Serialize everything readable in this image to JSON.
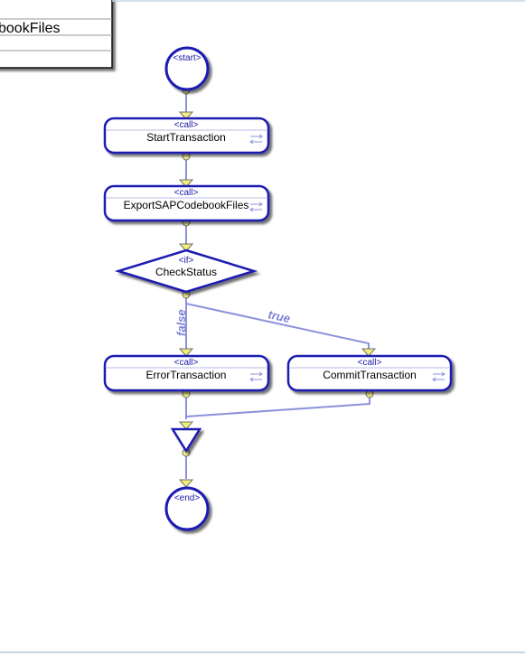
{
  "panel": {
    "visible_text": "bookFiles"
  },
  "nodes": {
    "start": {
      "stereotype": "<start>"
    },
    "start_transaction": {
      "stereotype": "<call>",
      "name": "StartTransaction"
    },
    "export_codebook": {
      "stereotype": "<call>",
      "name": "ExportSAPCodebookFiles"
    },
    "check_status": {
      "stereotype": "<if>",
      "name": "CheckStatus"
    },
    "error_transaction": {
      "stereotype": "<call>",
      "name": "ErrorTransaction"
    },
    "commit_transaction": {
      "stereotype": "<call>",
      "name": "CommitTransaction"
    },
    "end": {
      "stereotype": "<end>"
    }
  },
  "edges": {
    "false_label": "false",
    "true_label": "true"
  },
  "colors": {
    "node_border": "#1b1bb3",
    "node_fill": "#ffffff",
    "edge": "#8c92dc",
    "connector_dot": "#f5ef8a",
    "arrow_fill": "#f3ee78"
  }
}
